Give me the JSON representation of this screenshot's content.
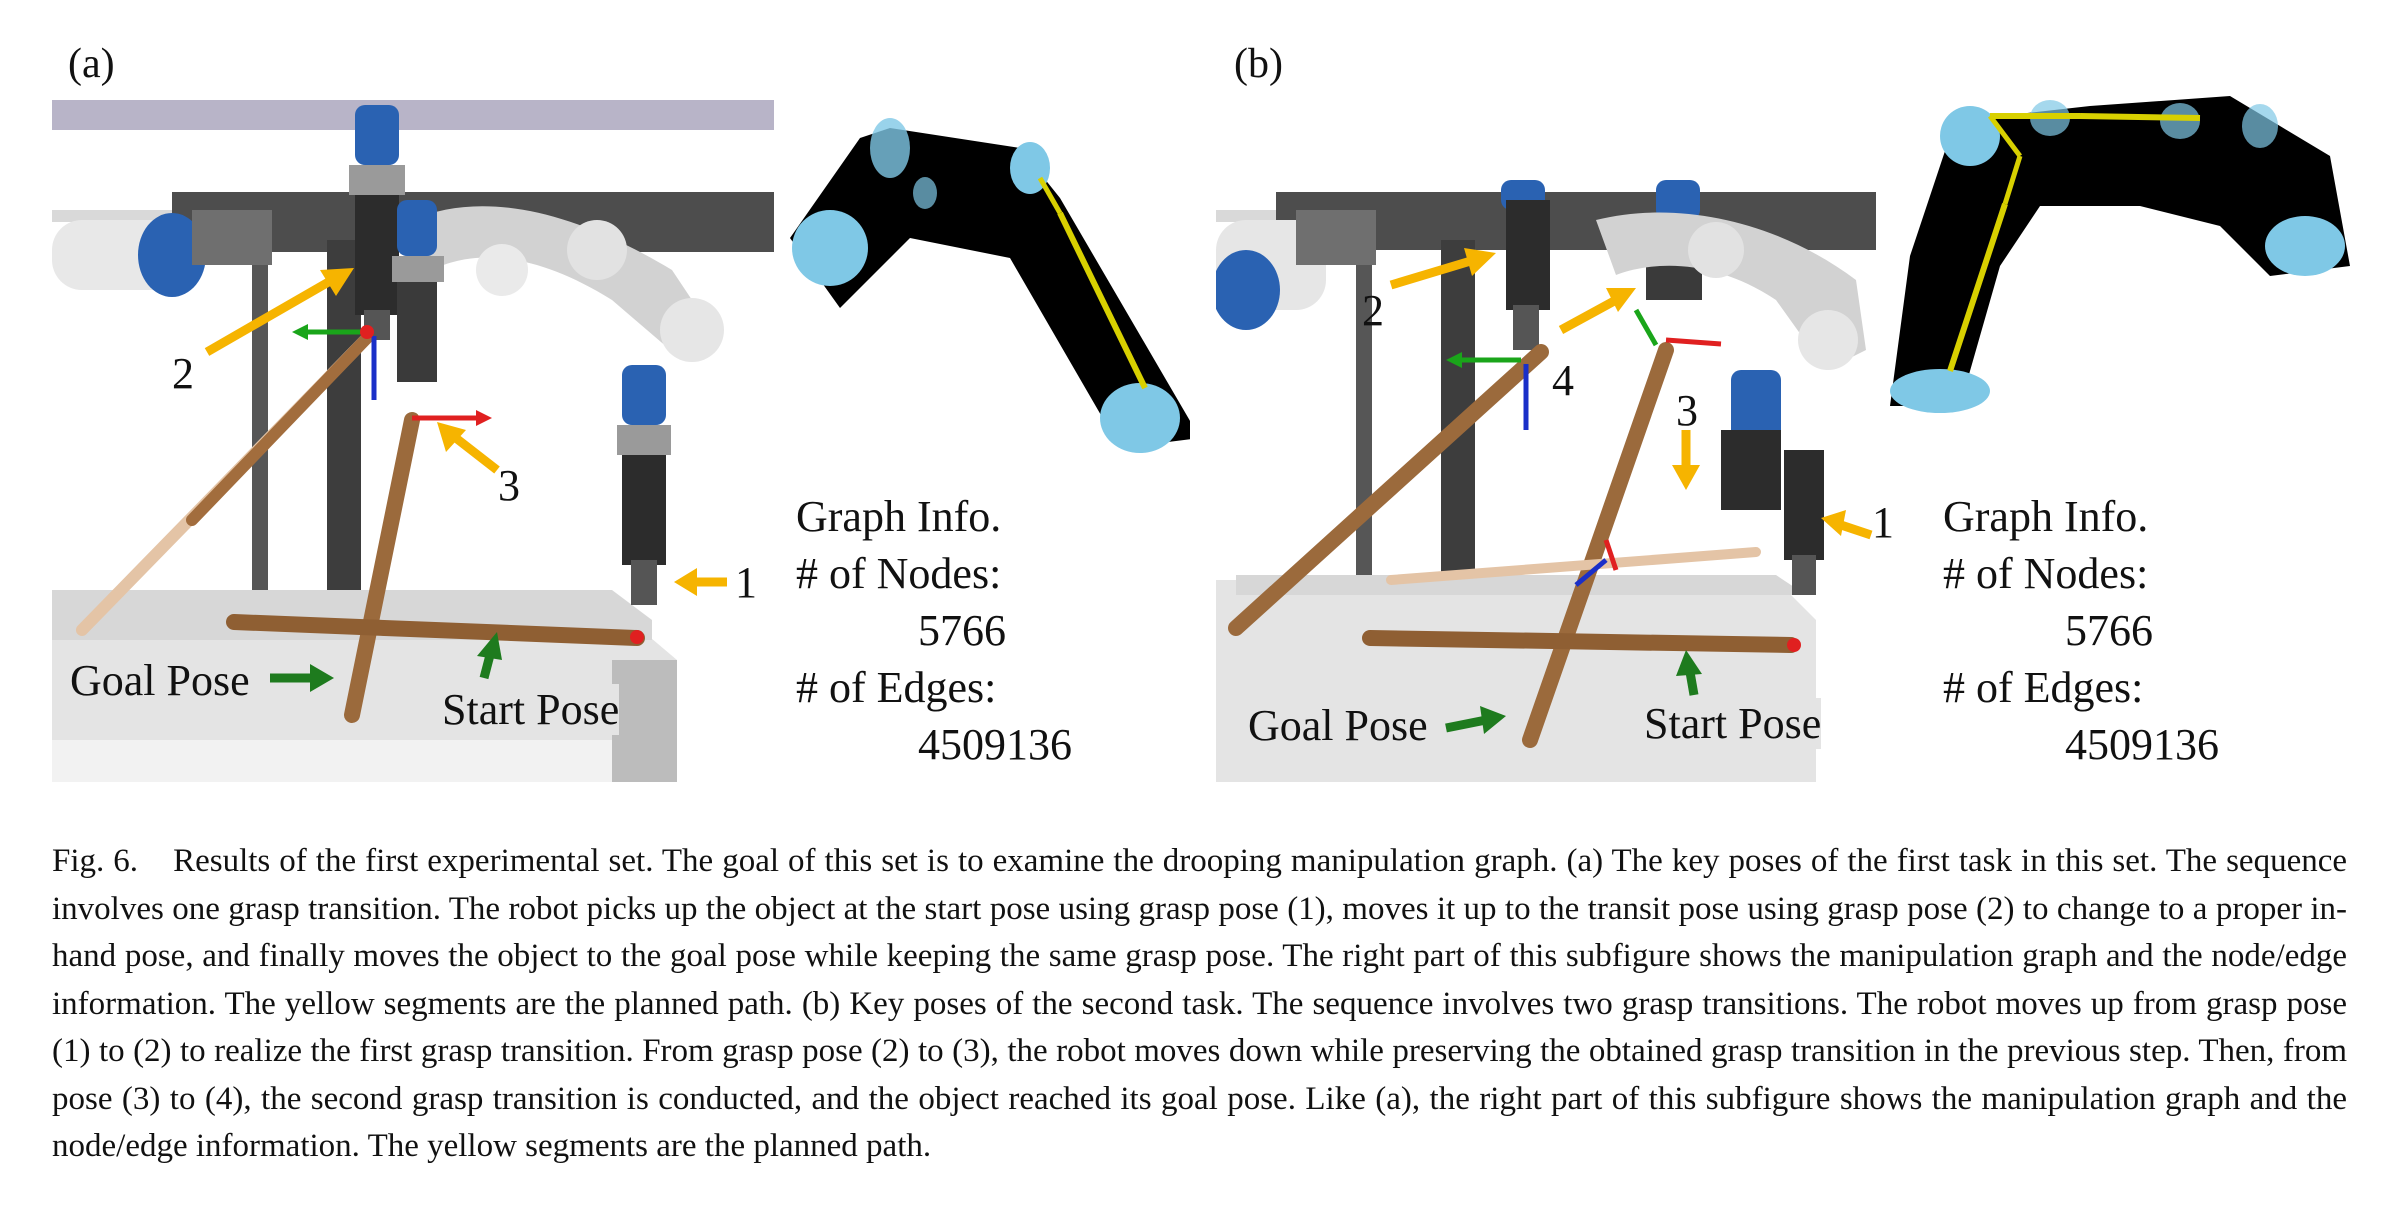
{
  "panels": [
    {
      "label": "(a)",
      "graph_info": {
        "title": "Graph Info.",
        "nodes_label": "# of Nodes:",
        "nodes_value": "5766",
        "edges_label": "# of Edges:",
        "edges_value": "4509136"
      },
      "annotations": {
        "arrow_1": "1",
        "arrow_2": "2",
        "arrow_3": "3",
        "goal_pose": "Goal Pose",
        "start_pose": "Start Pose"
      }
    },
    {
      "label": "(b)",
      "graph_info": {
        "title": "Graph Info.",
        "nodes_label": "# of Nodes:",
        "nodes_value": "5766",
        "edges_label": "# of Edges:",
        "edges_value": "4509136"
      },
      "annotations": {
        "arrow_1": "1",
        "arrow_2": "2",
        "arrow_3": "3",
        "arrow_4": "4",
        "goal_pose": "Goal Pose",
        "start_pose": "Start Pose"
      }
    }
  ],
  "caption": {
    "fig_label": "Fig. 6.",
    "text": "Results of the first experimental set. The goal of this set is to examine the drooping manipulation graph. (a) The key poses of the first task in this set. The sequence involves one grasp transition. The robot picks up the object at the start pose using grasp pose (1), moves it up to the transit pose using grasp pose (2) to change to a proper in-hand pose, and finally moves the object to the goal pose while keeping the same grasp pose. The right part of this subfigure shows the manipulation graph and the node/edge information. The yellow segments are the planned path. (b) Key poses of the second task. The sequence involves two grasp transitions. The robot moves up from grasp pose (1) to (2) to realize the first grasp transition. From grasp pose (2) to (3), the robot moves down while preserving the obtained grasp transition in the previous step. Then, from pose (3) to (4), the second grasp transition is conducted, and the object reached its goal pose. Like (a), the right part of this subfigure shows the manipulation graph and the node/edge information. The yellow segments are the planned path."
  },
  "colors": {
    "robot_blue": "#1f5fae",
    "robot_gray": "#cfcfcf",
    "frame_dark": "#4a4a4a",
    "rod_brown": "#9b6a3c",
    "arrow_yellow": "#f6b400",
    "arrow_green": "#1e7b1e",
    "graph_black": "#000000",
    "graph_cyan": "#7fc8e6",
    "path_yellow": "#d8d000"
  }
}
